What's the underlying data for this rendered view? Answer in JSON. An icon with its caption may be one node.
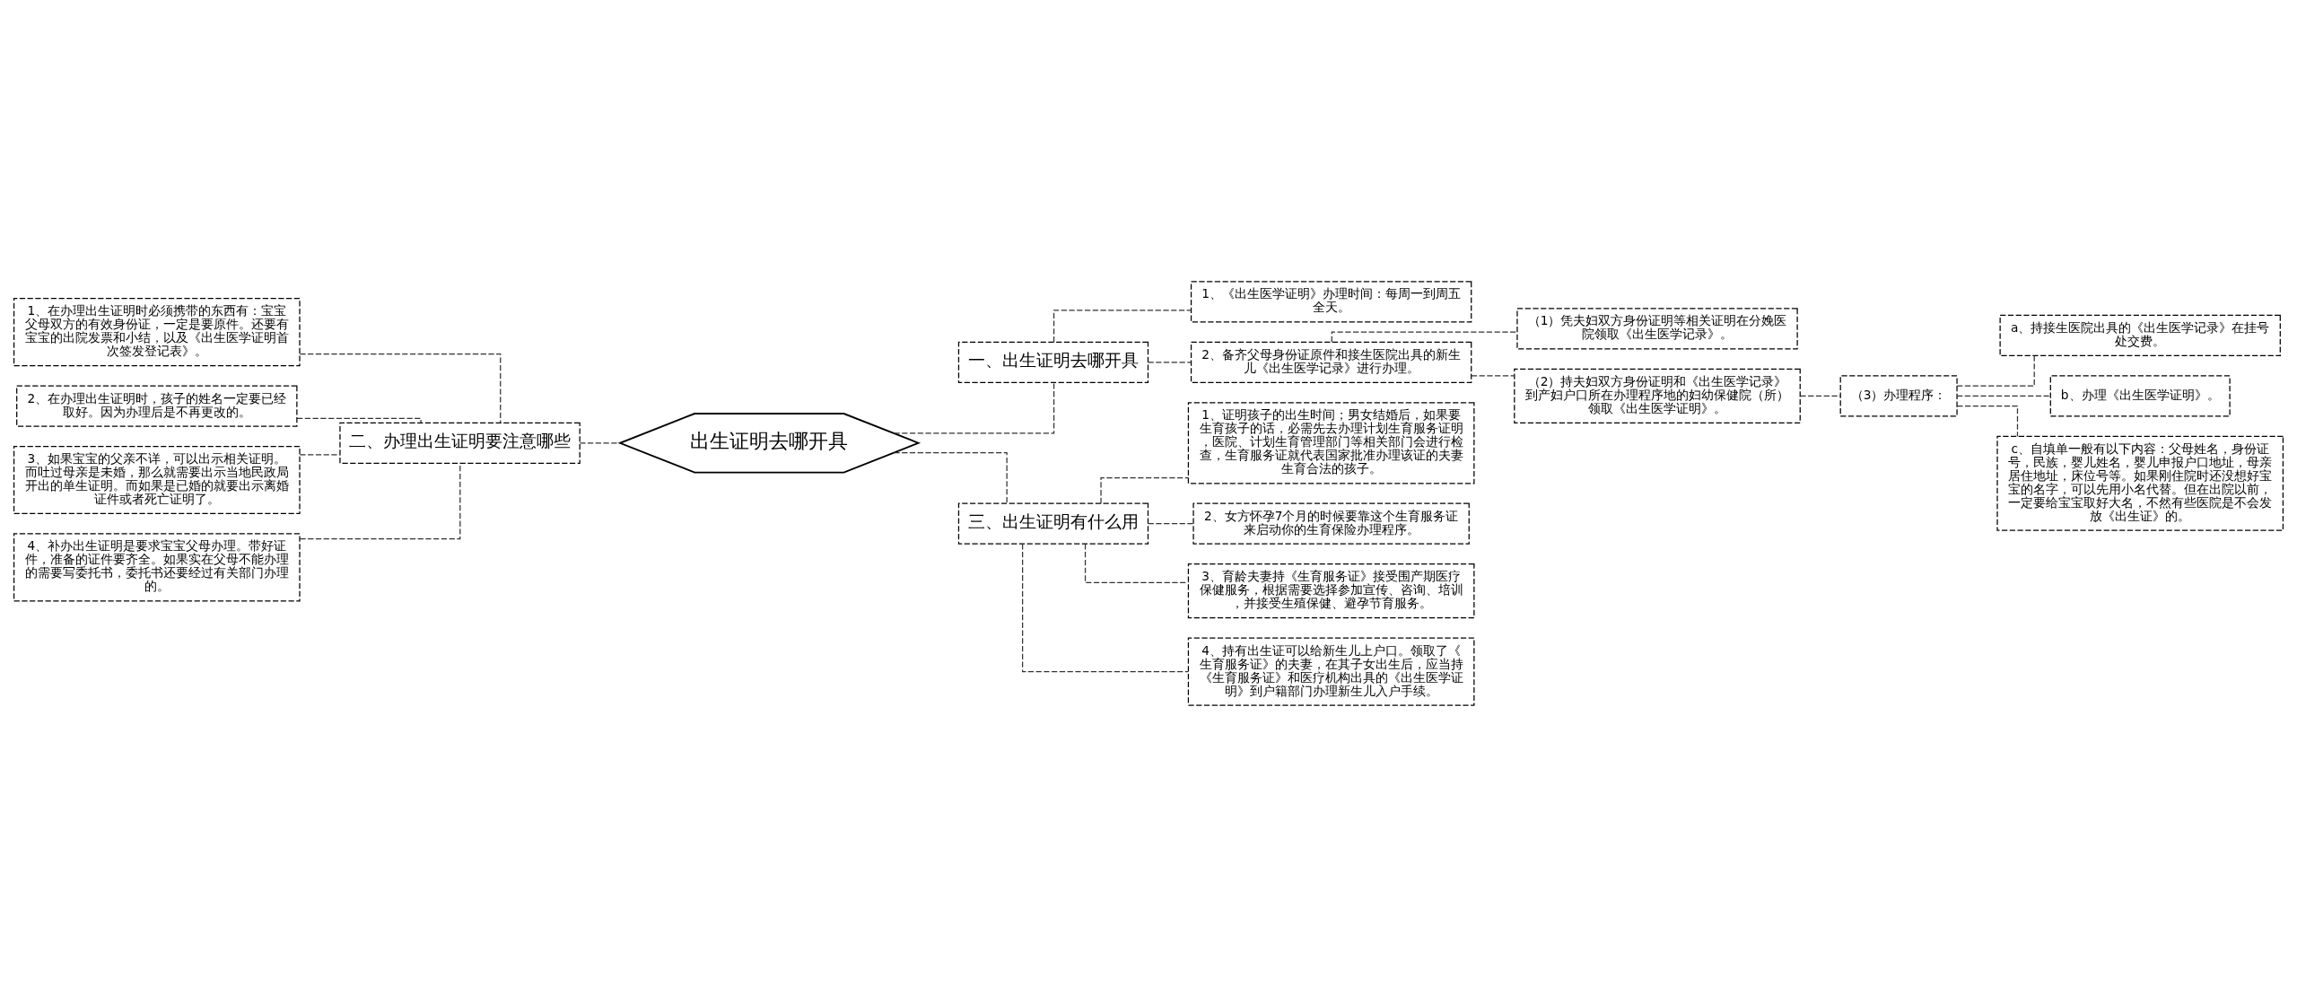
{
  "diagram": {
    "nodes": [
      {
        "text": [
          "出生证明去哪开具"
        ]
      },
      {
        "text": [
          "一、出生证明去哪开具"
        ]
      },
      {
        "text": [
          "1、《出生医学证明》办理时间：每周一到周五全天。"
        ]
      },
      {
        "text": [
          "2、备齐父母身份证原件和接生医院出具的新生儿《出生医学记录》进行办理。"
        ]
      },
      {
        "text": [
          "（1）凭夫妇双方身份证明等相关证明在分娩医院领取《出生医学记录》。"
        ]
      },
      {
        "text": [
          "（2）持夫妇双方身份证明和《出生医学记录》到产妇户口所在办理程序地的妇幼保健院（所）领取《出生医学证明》。"
        ]
      },
      {
        "text": [
          "（3）办理程序："
        ]
      },
      {
        "text": [
          "a、持接生医院出具的《出生医学记录》在挂号处交费。"
        ]
      },
      {
        "text": [
          "b、办理《出生医学证明》。"
        ]
      },
      {
        "text": [
          "c、自填单一般有以下内容：父母姓名，身份证号，民族，婴儿姓名，婴儿申报户口地址，母亲居住地址，床位号等。如果刚住院时还没想好宝宝的名字，可以先用小名代替。但在出院以前，一定要给宝宝取好大名，不然有些医院是不会发放《出生证》的。"
        ]
      },
      {
        "text": [
          "二、办理出生证明要注意哪些"
        ]
      },
      {
        "text": [
          "1、在办理出生证明时必须携带的东西有：宝宝父母双方的有效身份证，一定是要原件。还要有宝宝的出院发票和小结，以及《出生医学证明首次签发登记表》。"
        ]
      },
      {
        "text": [
          "2、在办理出生证明时，孩子的姓名一定要已经取好。因为办理后是不再更改的。"
        ]
      },
      {
        "text": [
          "3、如果宝宝的父亲不详，可以出示相关证明。而吐过母亲是未婚，那么就需要出示当地民政局开出的单生证明。而如果是已婚的就要出示离婚证件或者死亡证明了。"
        ]
      },
      {
        "text": [
          "4、补办出生证明是要求宝宝父母办理。带好证件，准备的证件要齐全。如果实在父母不能办理的需要写委托书，委托书还要经过有关部门办理的。"
        ]
      },
      {
        "text": [
          "三、出生证明有什么用"
        ]
      },
      {
        "text": [
          "1、证明孩子的出生时间；男女结婚后，如果要生育孩子的话，必需先去办理计划生育服务证明，医院、计划生育管理部门等相关部门会进行检查，生育服务证就代表国家批准办理该证的夫妻生育合法的孩子。"
        ]
      },
      {
        "text": [
          "2、女方怀孕7个月的时候要靠这个生育服务证来启动你的生育保险办理程序。"
        ]
      },
      {
        "text": [
          "3、育龄夫妻持《生育服务证》接受围产期医疗保健服务，根据需要选择参加宣传、咨询、培训，并接受生殖保健、避孕节育服务。"
        ]
      },
      {
        "text": [
          "4、持有出生证可以给新生儿上户口。领取了《生育服务证》的夫妻，在其子女出生后，应当持《生育服务证》和医疗机构出具的《出生医学证明》到户籍部门办理新生儿入户手续。"
        ]
      }
    ],
    "edges": [
      {
        "from": 0,
        "to": 1,
        "arrow": "none",
        "style": "dashed"
      },
      {
        "from": 1,
        "to": 2,
        "arrow": "none",
        "style": "dashed"
      },
      {
        "from": 1,
        "to": 3,
        "arrow": "none",
        "style": "dashed"
      },
      {
        "from": 3,
        "to": 4,
        "arrow": "none",
        "style": "dashed"
      },
      {
        "from": 3,
        "to": 5,
        "arrow": "none",
        "style": "dashed"
      },
      {
        "from": 5,
        "to": 6,
        "arrow": "none",
        "style": "dashed"
      },
      {
        "from": 6,
        "to": 7,
        "arrow": "none",
        "style": "dashed"
      },
      {
        "from": 6,
        "to": 8,
        "arrow": "none",
        "style": "dashed"
      },
      {
        "from": 6,
        "to": 9,
        "arrow": "none",
        "style": "dashed"
      },
      {
        "from": 0,
        "to": 10,
        "arrow": "none",
        "style": "dashed"
      },
      {
        "from": 10,
        "to": 11,
        "arrow": "none",
        "style": "dashed"
      },
      {
        "from": 10,
        "to": 12,
        "arrow": "none",
        "style": "dashed"
      },
      {
        "from": 10,
        "to": 13,
        "arrow": "none",
        "style": "dashed"
      },
      {
        "from": 10,
        "to": 14,
        "arrow": "none",
        "style": "dashed"
      },
      {
        "from": 0,
        "to": 15,
        "arrow": "none",
        "style": "dashed"
      },
      {
        "from": 15,
        "to": 16,
        "arrow": "none",
        "style": "dashed"
      },
      {
        "from": 15,
        "to": 17,
        "arrow": "none",
        "style": "dashed"
      },
      {
        "from": 15,
        "to": 18,
        "arrow": "none",
        "style": "dashed"
      },
      {
        "from": 15,
        "to": 19,
        "arrow": "none",
        "style": "dashed"
      }
    ]
  }
}
